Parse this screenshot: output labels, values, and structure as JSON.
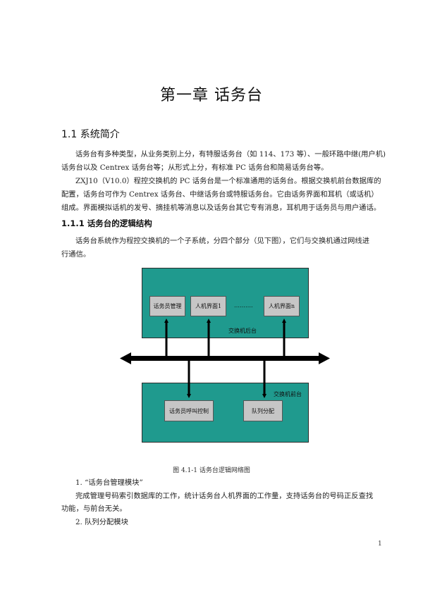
{
  "chapter_title": "第一章  话务台",
  "section": {
    "heading": "1.1 系统简介",
    "paragraphs": [
      [
        "话务台有多种类型，从业务类别上分，有特服话务台（如 114、173 等）、一般环路中继(用户机)",
        "话务台以及 Centrex 话务台等；从形式上分，有标准 PC 话务台和简易话务台等。"
      ],
      [
        "ZXJ10（V10.0）程控交换机的 PC 话务台是一个标准通用的话务台。根据交换机前台数据库的",
        "配置，话务台可作为 Centrex 话务台、中继话务台或特服话务台。它由话务界面和耳机（或话机）",
        "组成。界面模拟话机的发号、摘挂机等消息以及话务台其它专有消息，耳机用于话务员与用户通话。"
      ]
    ]
  },
  "subsection": {
    "heading": "1.1.1 话务台的逻辑结构",
    "paragraph": [
      "话务台系统作为程控交换机的一个子系统，分四个部分（见下图），它们与交换机通过网线进",
      "行通信。"
    ]
  },
  "diagram": {
    "top_modules": [
      "话务员管理",
      "人机界面1",
      "人机界面n"
    ],
    "ellipsis": "……….",
    "top_label": "交换机后台",
    "bottom_label": "交换机前台",
    "bottom_modules": [
      "话务员呼叫控制",
      "队列分配"
    ],
    "colors": {
      "box": "#1f9a8e",
      "module": "#c6c6c6",
      "bus": "#000000"
    }
  },
  "figure_caption": "图 4.1-1  话务台逻辑网络图",
  "list": {
    "item1_title": "1.  “话务台管理模块”",
    "item1_body": [
      "完成管理号码索引数据库的工作，统计话务台人机界面的工作量，支持话务台的号码正反查找",
      "功能，与前台无关。"
    ],
    "item2_title": "2.  队列分配模块"
  },
  "page_number": "1"
}
